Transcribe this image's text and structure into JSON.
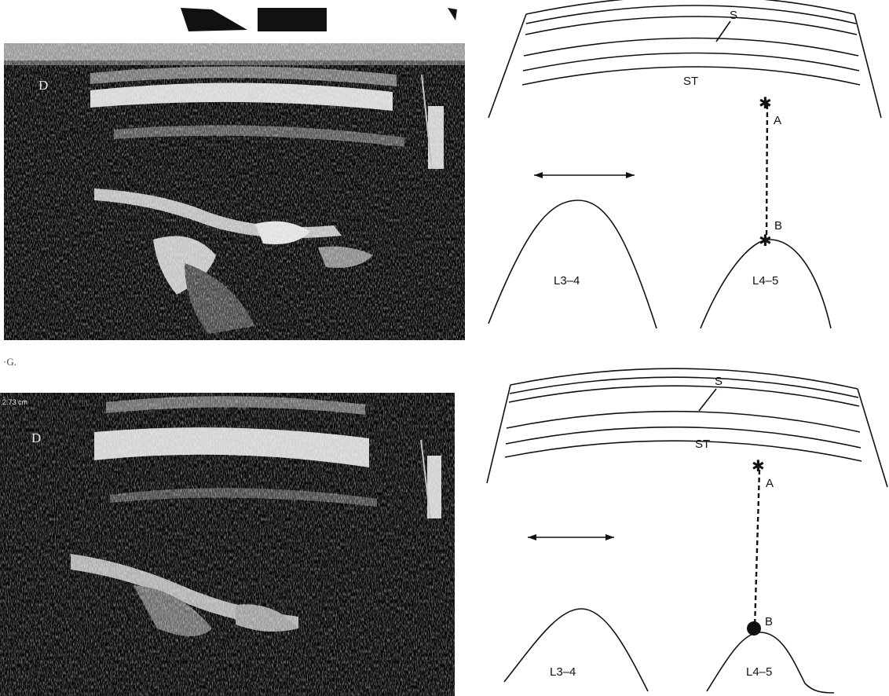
{
  "figure_mark": "·G.",
  "top": {
    "ultrasound": {
      "side_label": "D"
    },
    "diagram": {
      "skin": "S",
      "tissue": "ST",
      "point_a": "A",
      "point_b": "B",
      "vertebra_left": "L3–4",
      "vertebra_right": "L4–5"
    }
  },
  "bottom": {
    "ultrasound": {
      "side_label": "D",
      "depth_readout": "2.73 cm"
    },
    "diagram": {
      "skin": "S",
      "tissue": "ST",
      "point_a": "A",
      "point_b": "B",
      "vertebra_left": "L3–4",
      "vertebra_right": "L4–5"
    }
  }
}
